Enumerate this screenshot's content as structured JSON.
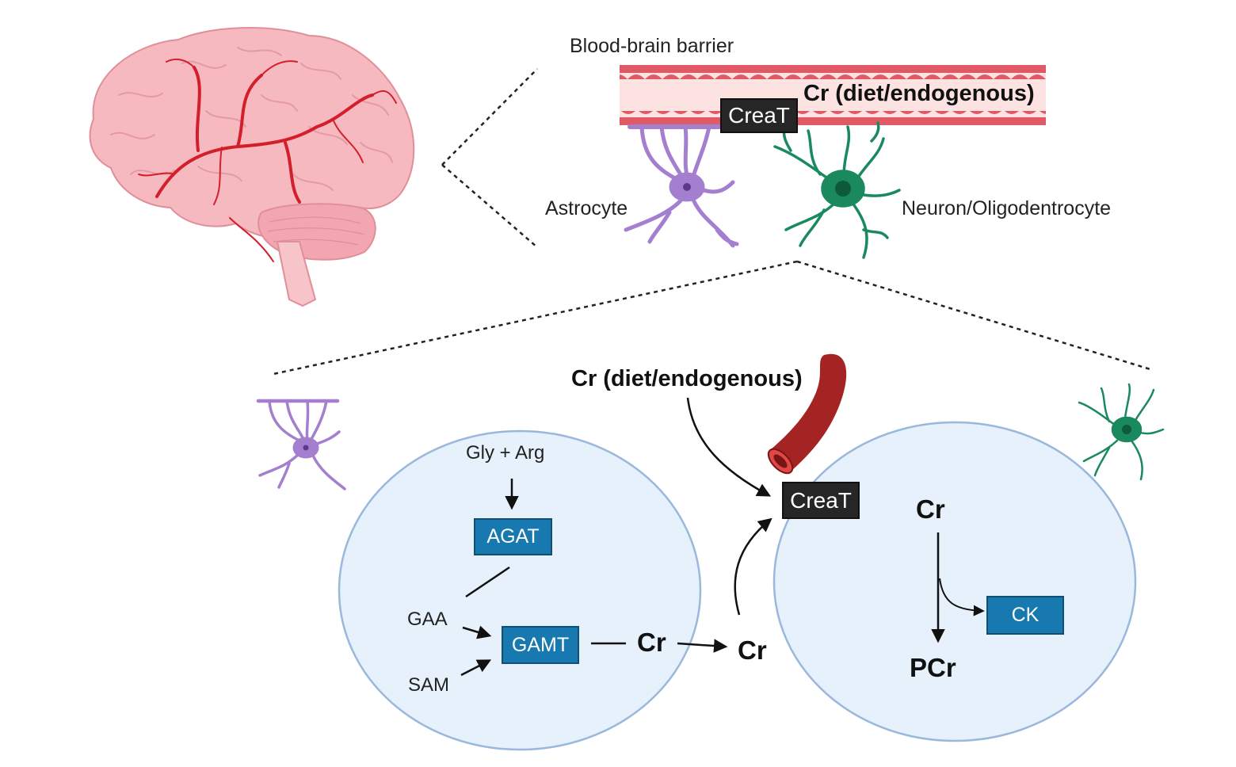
{
  "colors": {
    "brain": "#f6b9c0",
    "brain_vessel": "#d31f2b",
    "astrocyte": "#a47fcf",
    "neuron": "#1a8a5e",
    "cell_fill": "#e6f1fb",
    "cell_stroke": "#9ab7dc",
    "enzyme_box": "#1779b0",
    "transporter_box": "#262626",
    "vessel_red": "#a42424"
  },
  "icons": {
    "brain": "brain-icon",
    "astrocyte": "astrocyte-icon",
    "neuron": "neuron-icon",
    "blood_vessel": "blood-vessel-icon"
  },
  "top": {
    "bbb_label": "Blood-brain barrier",
    "vessel_cr_label": "Cr (diet/endogenous)",
    "transporter": "CreaT",
    "astrocyte_label": "Astrocyte",
    "neuron_label": "Neuron/Oligodentrocyte"
  },
  "bottom": {
    "cr_source_label": "Cr (diet/endogenous)",
    "transporter": "CreaT",
    "astro_cell": {
      "substrates": "Gly + Arg",
      "enzyme1": "AGAT",
      "gaa": "GAA",
      "sam": "SAM",
      "enzyme2": "GAMT",
      "product": "Cr"
    },
    "extracellular_cr": "Cr",
    "neuron_cell": {
      "cr": "Cr",
      "enzyme": "CK",
      "product": "PCr"
    }
  }
}
